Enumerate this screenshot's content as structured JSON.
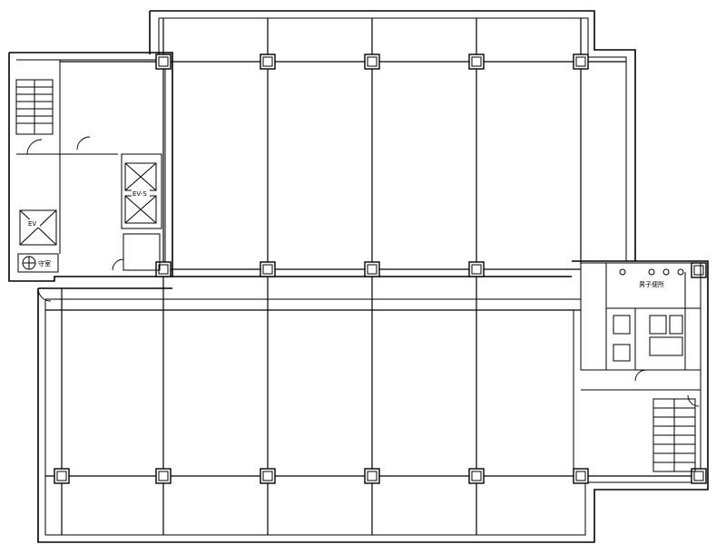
{
  "labels": {
    "ev_s_upper": "EV-S",
    "ev_lower": "EV",
    "room_small": "守室",
    "restroom": "男子便所"
  },
  "colors": {
    "line": "#000000",
    "background": "#ffffff"
  }
}
